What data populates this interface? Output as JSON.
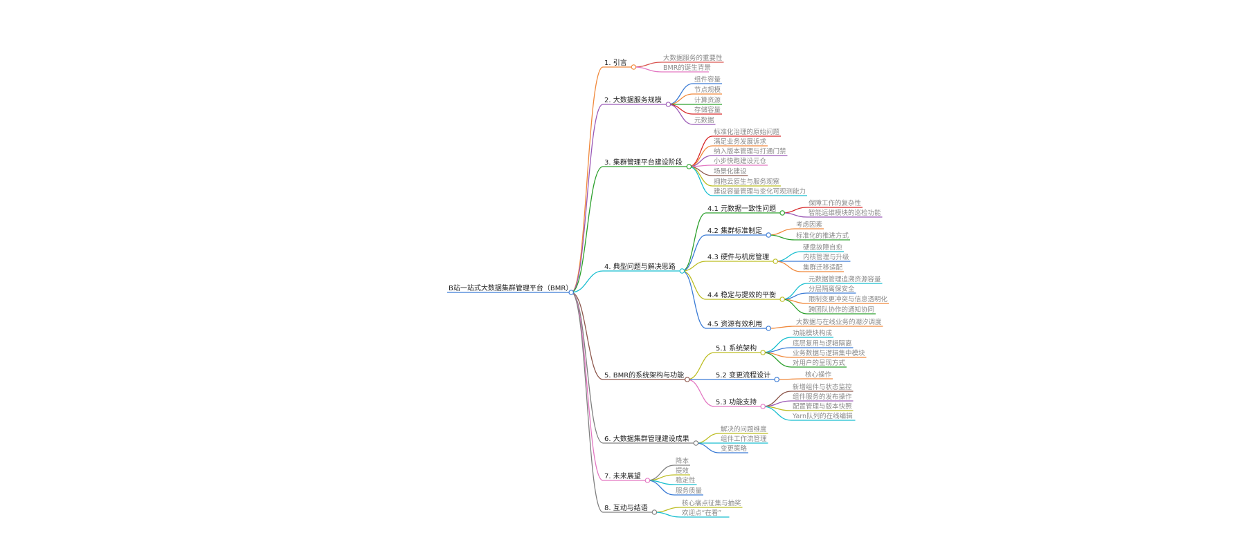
{
  "root": {
    "label": "B站一站式大数据集群管理平台（BMR）",
    "children": [
      {
        "label": "1. 引言",
        "color": "#f0883a",
        "children": [
          {
            "label": "大数据服务的重要性",
            "color": "#d9534f"
          },
          {
            "label": "BMR的诞生背景",
            "color": "#e377c2"
          }
        ]
      },
      {
        "label": "2. 大数据服务规模",
        "color": "#9b59b6",
        "children": [
          {
            "label": "组件容量",
            "color": "#3a7bd5"
          },
          {
            "label": "节点规模",
            "color": "#f0883a"
          },
          {
            "label": "计算资源",
            "color": "#2ca02c"
          },
          {
            "label": "存储容量",
            "color": "#d62728"
          },
          {
            "label": "元数据",
            "color": "#9b59b6"
          }
        ]
      },
      {
        "label": "3. 集群管理平台建设阶段",
        "color": "#2ca02c",
        "children": [
          {
            "label": "标准化治理的原始问题",
            "color": "#d62728"
          },
          {
            "label": "满足业务发展诉求",
            "color": "#f0883a"
          },
          {
            "label": "纳入版本管理与打通门禁",
            "color": "#9b59b6"
          },
          {
            "label": "小步快跑建设元仓",
            "color": "#e377c2"
          },
          {
            "label": "场景化建设",
            "color": "#8c564b"
          },
          {
            "label": "拥抱云原生与服务观察",
            "color": "#bcbd22"
          },
          {
            "label": "建设容量管理与变化可观测能力",
            "color": "#17becf"
          }
        ]
      },
      {
        "label": "4. 典型问题与解决思路",
        "color": "#17becf",
        "children": [
          {
            "label": "4.1 元数据一致性问题",
            "color": "#2ca02c",
            "children": [
              {
                "label": "保障工作的复杂性",
                "color": "#d62728"
              },
              {
                "label": "智能运维模块的巡检功能",
                "color": "#9b59b6"
              }
            ]
          },
          {
            "label": "4.2 集群标准制定",
            "color": "#3a7bd5",
            "children": [
              {
                "label": "考虑因素",
                "color": "#f0883a"
              },
              {
                "label": "标准化的推进方式",
                "color": "#2ca02c"
              }
            ]
          },
          {
            "label": "4.3 硬件与机房管理",
            "color": "#bcbd22",
            "children": [
              {
                "label": "硬盘故障自愈",
                "color": "#17becf"
              },
              {
                "label": "内核管理与升级",
                "color": "#3a7bd5"
              },
              {
                "label": "集群迁移适配",
                "color": "#f0883a"
              }
            ]
          },
          {
            "label": "4.4 稳定与提效的平衡",
            "color": "#bcbd22",
            "children": [
              {
                "label": "元数据管理追溯资源容量",
                "color": "#17becf"
              },
              {
                "label": "分层隔离保安全",
                "color": "#3a7bd5"
              },
              {
                "label": "限制变更冲突与信息透明化",
                "color": "#f0883a"
              },
              {
                "label": "跨团队协作的通知协同",
                "color": "#2ca02c"
              }
            ]
          },
          {
            "label": "4.5 资源有效利用",
            "color": "#3a7bd5",
            "children": [
              {
                "label": "大数据与在线业务的潮汐调度",
                "color": "#f0883a"
              }
            ]
          }
        ]
      },
      {
        "label": "5. BMR的系统架构与功能",
        "color": "#8c564b",
        "children": [
          {
            "label": "5.1 系统架构",
            "color": "#bcbd22",
            "children": [
              {
                "label": "功能模块构成",
                "color": "#17becf"
              },
              {
                "label": "底层复用与逻辑隔离",
                "color": "#3a7bd5"
              },
              {
                "label": "业务数据与逻辑集中模块",
                "color": "#f0883a"
              },
              {
                "label": "对用户的呈现方式",
                "color": "#2ca02c"
              }
            ]
          },
          {
            "label": "5.2 变更流程设计",
            "color": "#3a7bd5",
            "children": [
              {
                "label": "核心操作",
                "color": "#f0883a"
              }
            ]
          },
          {
            "label": "5.3 功能支持",
            "color": "#e377c2",
            "children": [
              {
                "label": "新增组件与状态监控",
                "color": "#8c564b"
              },
              {
                "label": "组件服务的发布操作",
                "color": "#9b59b6"
              },
              {
                "label": "配置管理与版本快照",
                "color": "#bcbd22"
              },
              {
                "label": "Yarn队列的在线编辑",
                "color": "#17becf"
              }
            ]
          }
        ]
      },
      {
        "label": "6. 大数据集群管理建设成果",
        "color": "#7f7f7f",
        "children": [
          {
            "label": "解决的问题维度",
            "color": "#bcbd22"
          },
          {
            "label": "组件工作流管理",
            "color": "#17becf"
          },
          {
            "label": "变更策略",
            "color": "#3a7bd5"
          }
        ]
      },
      {
        "label": "7. 未来展望",
        "color": "#e377c2",
        "children": [
          {
            "label": "降本",
            "color": "#7f7f7f"
          },
          {
            "label": "提效",
            "color": "#bcbd22"
          },
          {
            "label": "稳定性",
            "color": "#17becf"
          },
          {
            "label": "服务质量",
            "color": "#3a7bd5"
          }
        ]
      },
      {
        "label": "8. 互动与结语",
        "color": "#7f7f7f",
        "children": [
          {
            "label": "核心痛点征集与抽奖",
            "color": "#bcbd22"
          },
          {
            "label": "欢迎点“在看”",
            "color": "#17becf"
          }
        ]
      }
    ]
  }
}
